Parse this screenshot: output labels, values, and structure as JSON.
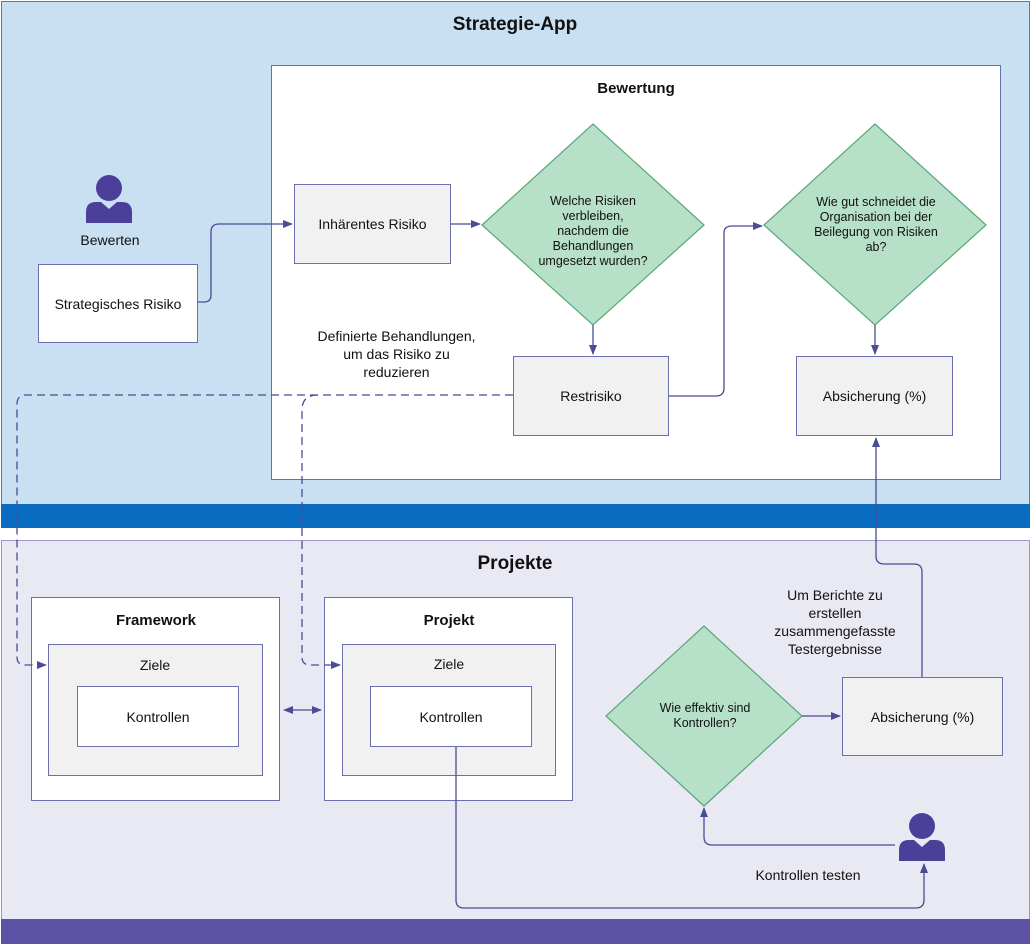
{
  "lanes": {
    "top_title": "Strategie-App",
    "bottom_title": "Projekte"
  },
  "bewertung": {
    "title": "Bewertung",
    "inherent_risk": "Inhärentes Risiko",
    "decision_residual": "Welche Risiken verbleiben, nachdem die Behandlungen umgesetzt wurden?",
    "decision_org": "Wie gut schneidet die Organisation bei der Beilegung von Risiken ab?",
    "residual_risk": "Restrisiko",
    "assurance": "Absicherung (%)"
  },
  "actor_top": {
    "label": "Bewerten"
  },
  "strategic_risk": "Strategisches Risiko",
  "treatments_note": "Definierte Behandlungen, um das Risiko zu reduzieren",
  "framework": {
    "title": "Framework",
    "goals": "Ziele",
    "controls": "Kontrollen"
  },
  "project": {
    "title": "Projekt",
    "goals": "Ziele",
    "controls": "Kontrollen"
  },
  "effectiveness_decision": "Wie effektiv sind Kontrollen?",
  "project_assurance": "Absicherung (%)",
  "reports_note": "Um Berichte zu erstellen zusammengefasste Testergebnisse",
  "actor_bottom": {
    "label": "Kontrollen testen"
  },
  "colors": {
    "top_lane": "#c9dff2",
    "top_bar": "#0a6cc1",
    "bottom_lane": "#e9e9f4",
    "bottom_bar": "#5b51a5",
    "decision_fill": "#b7e0c8",
    "decision_stroke": "#5aa57a",
    "connector": "#4b4b96",
    "actor": "#4c3f9a"
  }
}
